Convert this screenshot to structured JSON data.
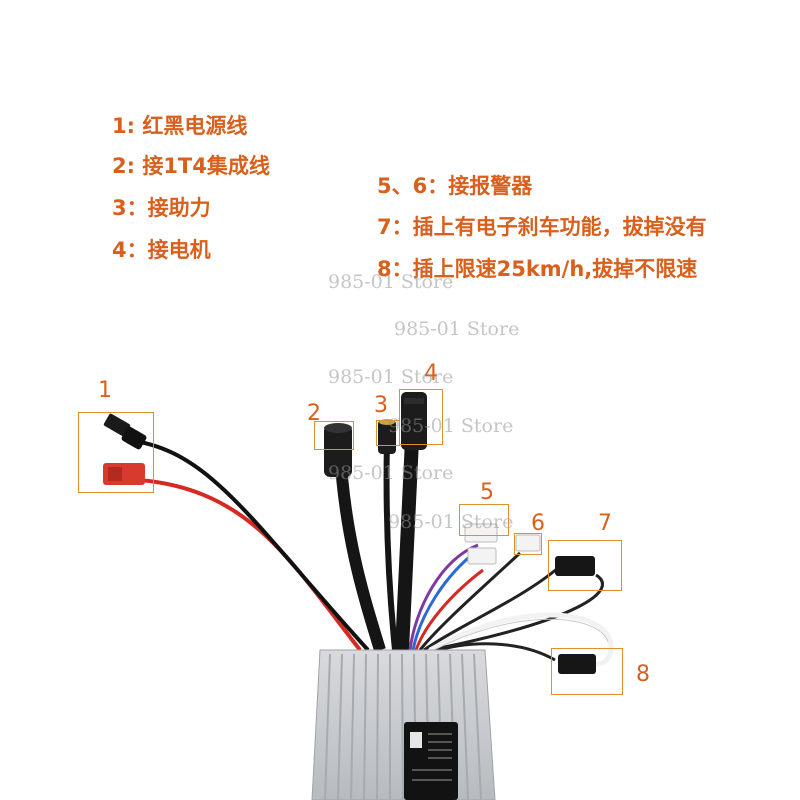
{
  "legend_left": [
    "1: 红黑电源线",
    "2: 接1T4集成线",
    "3：接助力",
    "4：接电机"
  ],
  "legend_right": [
    "5、6：接报警器",
    "7：插上有电子刹车功能，拔掉没有",
    "8：插上限速25km/h,拔掉不限速"
  ],
  "callouts": [
    "1",
    "2",
    "3",
    "4",
    "5",
    "6",
    "7",
    "8"
  ],
  "watermark": "985-01 Store",
  "colors": {
    "accent": "#d9601c",
    "box": "#e0902a",
    "wire_red": "#d42a22",
    "wire_black": "#111111"
  }
}
